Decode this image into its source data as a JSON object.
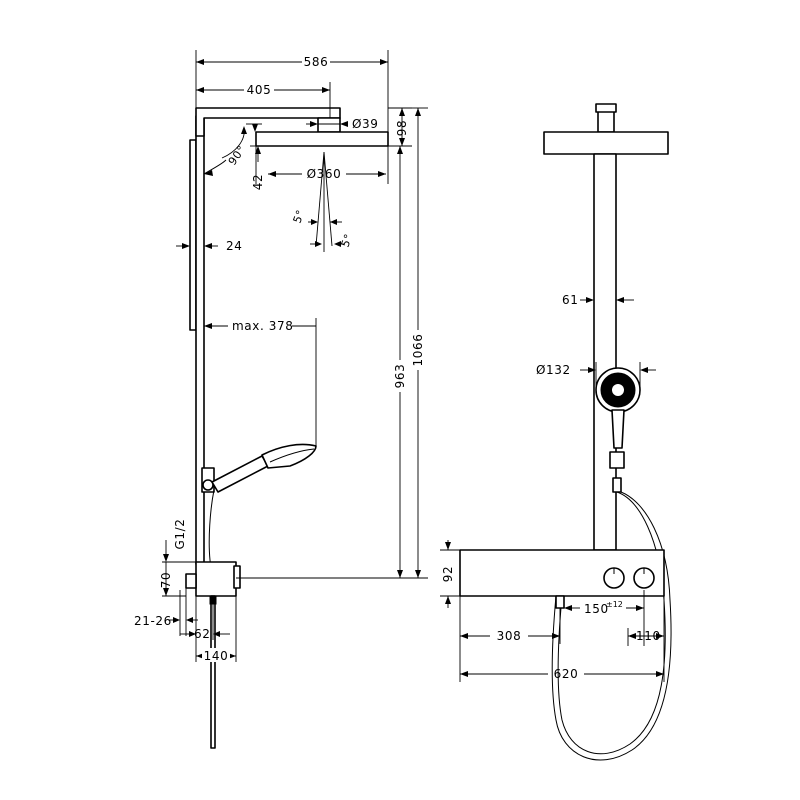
{
  "dimensions": {
    "overall_projection": "586",
    "arm_projection": "405",
    "arm_diameter": "Ø39",
    "head_thickness": "98",
    "arm_angle": "90°",
    "head_offset": "42",
    "head_diameter": "Ø360",
    "tilt_left": "5°",
    "tilt_right": "5°",
    "wall_gap": "24",
    "hand_reach": "max. 378",
    "pipe_height": "963",
    "overall_height": "1066",
    "thread": "G1/2",
    "thermostat_height_side": "70",
    "connection_depth": "21-26",
    "connection_offset": "62",
    "thermostat_depth": "140",
    "column_width": "61",
    "hand_shower_diameter": "Ø132",
    "thermostat_height": "92",
    "inlet_offset": "308",
    "knob_spacing": "150",
    "knob_spacing_tolerance": "±12",
    "knob_edge_offset": "110",
    "shelf_width": "620"
  }
}
